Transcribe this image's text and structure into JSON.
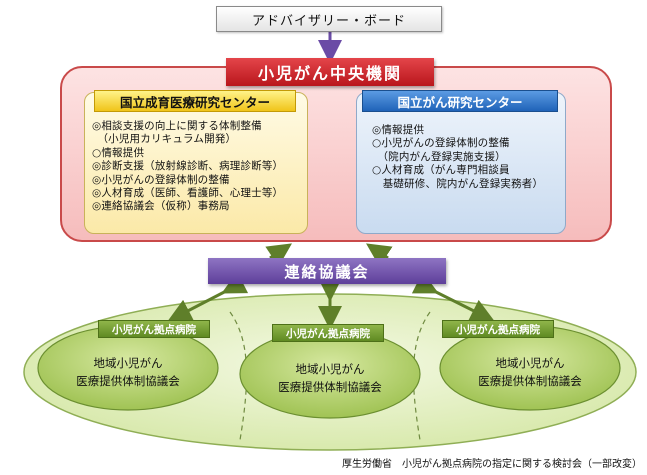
{
  "advisory_board": "アドバイザリー・ボード",
  "central": {
    "title": "小児がん中央機関",
    "left_center": {
      "title": "国立成育医療研究センター",
      "lines": [
        "◎相談支援の向上に関する体制整備",
        "　（小児用カリキュラム開発）",
        "○情報提供",
        "◎診断支援（放射線診断、病理診断等）",
        "◎小児がんの登録体制の整備",
        "◎人材育成（医師、看護師、心理士等）",
        "◎連絡協議会（仮称）事務局"
      ]
    },
    "right_center": {
      "title": "国立がん研究センター",
      "lines": [
        "◎情報提供",
        "○小児がんの登録体制の整備",
        "　（院内がん登録実施支援）",
        "○人材育成（がん専門相談員",
        "　基礎研修、院内がん登録実務者）"
      ]
    }
  },
  "liaison_council": "連絡協議会",
  "hospitals": [
    {
      "tag": "小児がん拠点病院",
      "council_line1": "地域小児がん",
      "council_line2": "医療提供体制協議会"
    },
    {
      "tag": "小児がん拠点病院",
      "council_line1": "地域小児がん",
      "council_line2": "医療提供体制協議会"
    },
    {
      "tag": "小児がん拠点病院",
      "council_line1": "地域小児がん",
      "council_line2": "医療提供体制協議会"
    }
  ],
  "source": "厚生労働省　小児がん拠点病院の指定に関する検討会（一部改変）",
  "colors": {
    "central_red": "#c91b20",
    "liaison_purple": "#6a4ba6",
    "hospital_green": "#6f9a2c",
    "left_yellow": "#f0c419",
    "right_blue": "#2a6fc4"
  }
}
